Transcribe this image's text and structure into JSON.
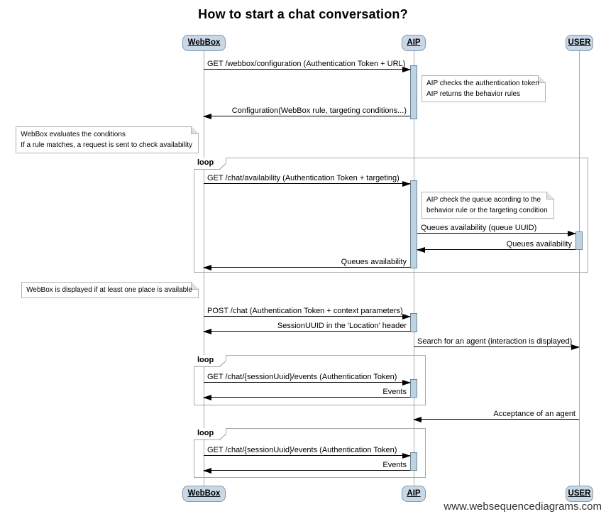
{
  "title": "How to start a chat conversation?",
  "watermark": "www.websequencediagrams.com",
  "actors": [
    {
      "name": "WebBox"
    },
    {
      "name": "AIP"
    },
    {
      "name": "USER"
    }
  ],
  "loops": [
    {
      "label": "loop"
    },
    {
      "label": "loop"
    },
    {
      "label": "loop"
    }
  ],
  "messages": [
    {
      "label": "GET /webbox/configuration (Authentication Token + URL)",
      "from": "WebBox",
      "to": "AIP"
    },
    {
      "label": "Configuration(WebBox rule, targeting conditions...)",
      "from": "AIP",
      "to": "WebBox"
    },
    {
      "label": "GET /chat/availability (Authentication Token + targeting)",
      "from": "WebBox",
      "to": "AIP"
    },
    {
      "label": "Queues availability (queue UUID)",
      "from": "AIP",
      "to": "USER"
    },
    {
      "label": "Queues availability",
      "from": "USER",
      "to": "AIP"
    },
    {
      "label": "Queues availability",
      "from": "AIP",
      "to": "WebBox"
    },
    {
      "label": "POST /chat (Authentication Token + context parameters)",
      "from": "WebBox",
      "to": "AIP"
    },
    {
      "label": "SessionUUID in the 'Location' header",
      "from": "AIP",
      "to": "WebBox"
    },
    {
      "label": "Search for an agent (interaction is displayed)",
      "from": "AIP",
      "to": "USER"
    },
    {
      "label": "GET /chat/{sessionUuid}/events (Authentication Token)",
      "from": "WebBox",
      "to": "AIP"
    },
    {
      "label": "Events",
      "from": "AIP",
      "to": "WebBox"
    },
    {
      "label": "Acceptance of an agent",
      "from": "USER",
      "to": "AIP"
    },
    {
      "label": "GET /chat/{sessionUuid}/events (Authentication Token)",
      "from": "WebBox",
      "to": "AIP"
    },
    {
      "label": "Events",
      "from": "AIP",
      "to": "WebBox"
    }
  ],
  "notes": [
    {
      "side": "right",
      "lines": [
        "AIP checks the authentication token",
        "AIP returns the behavior rules"
      ]
    },
    {
      "side": "left",
      "lines": [
        "WebBox evaluates the conditions",
        "If a rule matches, a request is sent to check availability"
      ]
    },
    {
      "side": "right",
      "lines": [
        "AIP check the queue acording to the",
        "behavior rule or the targeting condition"
      ]
    },
    {
      "side": "left",
      "lines": [
        "WebBox is displayed if at least one place is available"
      ]
    }
  ],
  "colors": {
    "actor_fill": "#c8d8e6",
    "actor_border": "#8496a6",
    "activation_fill": "#bdd3e2",
    "activation_border": "#6e879a",
    "frame_border": "#a8a8a8",
    "note_border": "#b3b3b3",
    "lifeline": "#a8a8a8",
    "arrow": "#000000",
    "watermark_text": "#333333"
  }
}
